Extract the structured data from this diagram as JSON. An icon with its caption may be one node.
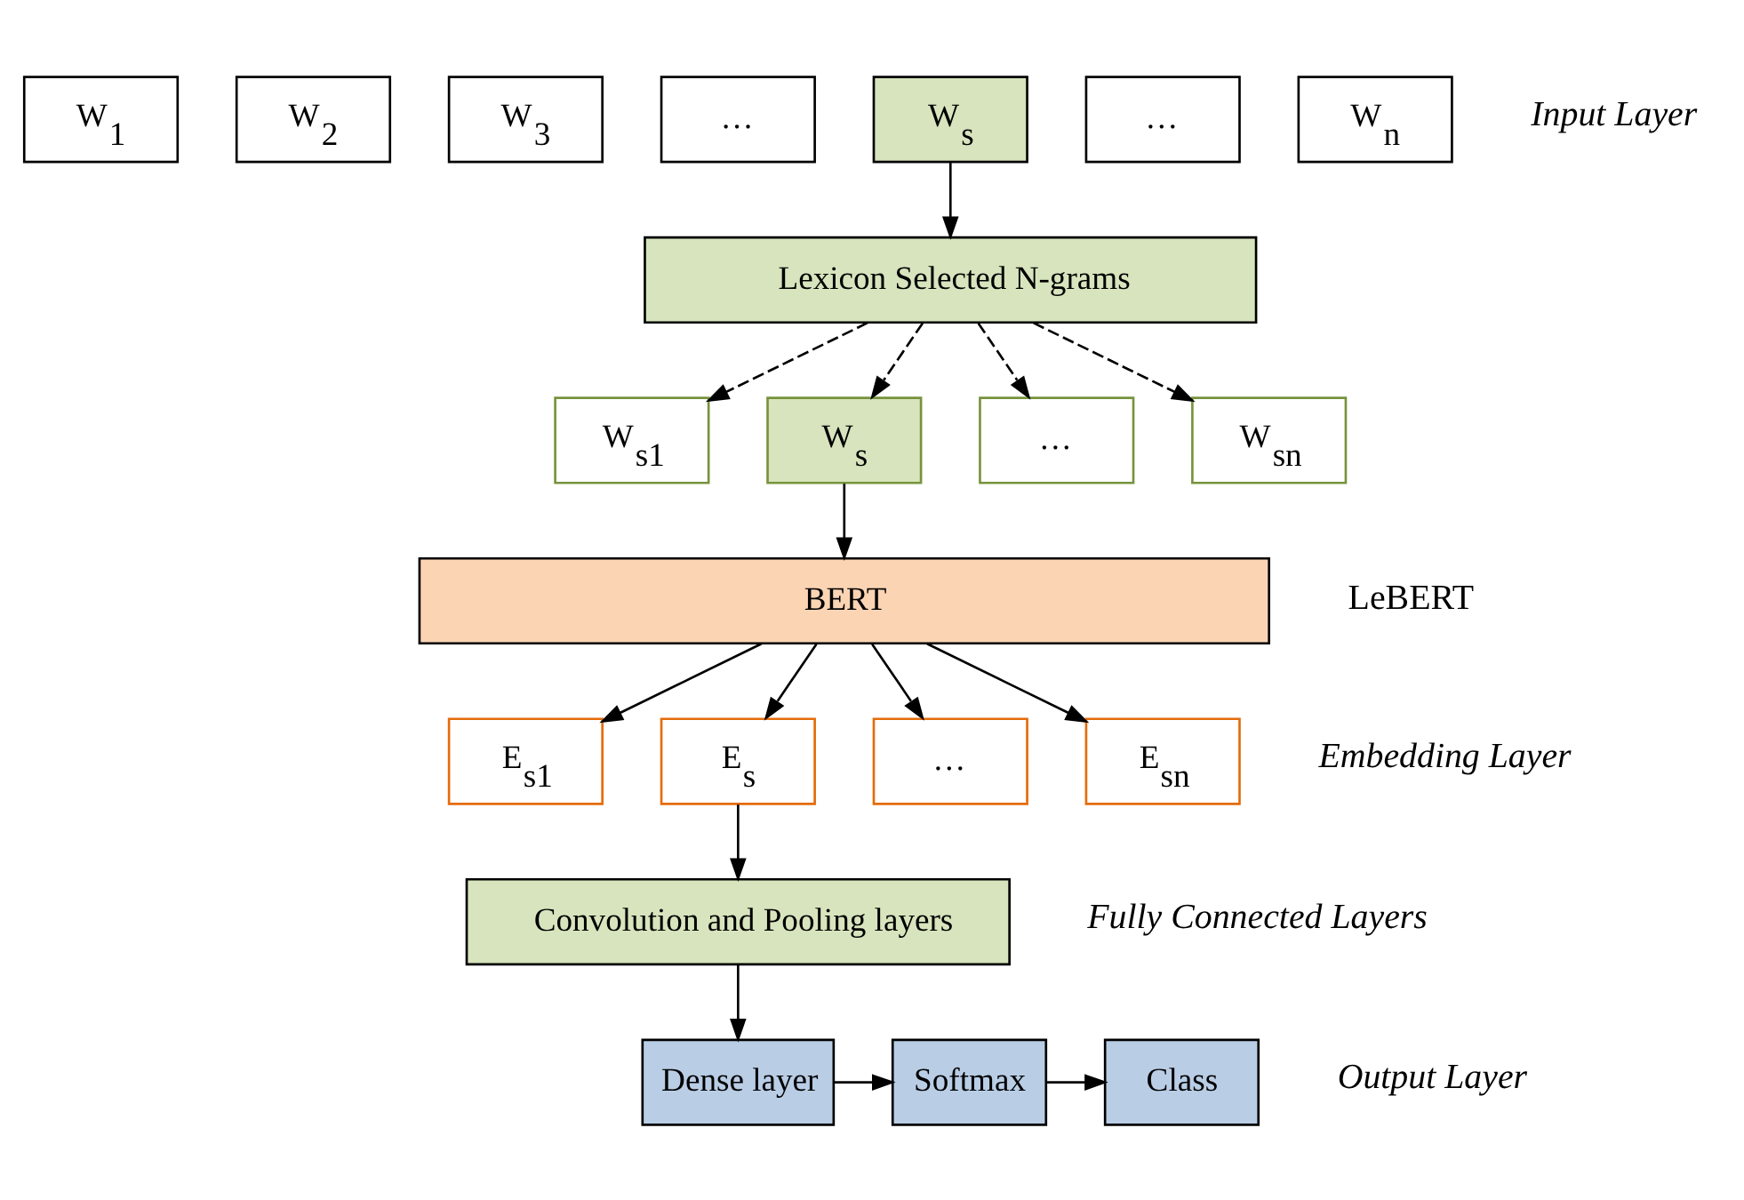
{
  "diagram": {
    "nodes": [
      {
        "text": [
          "W$_{1}$"
        ]
      },
      {
        "text": [
          "W$_{2}$"
        ]
      },
      {
        "text": [
          "W$_{3}$"
        ]
      },
      {
        "text": [
          "…"
        ]
      },
      {
        "text": [
          "W$_{s}$"
        ]
      },
      {
        "text": [
          "…"
        ]
      },
      {
        "text": [
          "W$_{n}$"
        ]
      },
      {
        "text": [
          "Lexicon Selected N-grams"
        ]
      },
      {
        "text": [
          "W$_{s1}$"
        ]
      },
      {
        "text": [
          "W$_{s}$"
        ]
      },
      {
        "text": [
          "…"
        ]
      },
      {
        "text": [
          "W$_{sn}$"
        ]
      },
      {
        "text": [
          "BERT"
        ]
      },
      {
        "text": [
          "E$_{s1}$"
        ]
      },
      {
        "text": [
          "E$_{s}$"
        ]
      },
      {
        "text": [
          "…"
        ]
      },
      {
        "text": [
          "E$_{sn}$"
        ]
      },
      {
        "text": [
          "Convolution and Pooling layers"
        ]
      },
      {
        "text": [
          "Dense layer"
        ]
      },
      {
        "text": [
          "Softmax"
        ]
      },
      {
        "text": [
          "Class"
        ]
      }
    ],
    "edges": [
      {
        "from": 4,
        "to": 7,
        "arrow": "to"
      },
      {
        "from": 7,
        "to": 8,
        "arrow": "to",
        "style": "dashed"
      },
      {
        "from": 7,
        "to": 9,
        "arrow": "to",
        "style": "dashed"
      },
      {
        "from": 7,
        "to": 10,
        "arrow": "to",
        "style": "dashed"
      },
      {
        "from": 7,
        "to": 11,
        "arrow": "to",
        "style": "dashed"
      },
      {
        "from": 9,
        "to": 12,
        "arrow": "to"
      },
      {
        "from": 12,
        "to": 13,
        "arrow": "to"
      },
      {
        "from": 12,
        "to": 14,
        "arrow": "to"
      },
      {
        "from": 12,
        "to": 15,
        "arrow": "to"
      },
      {
        "from": 12,
        "to": 16,
        "arrow": "to"
      },
      {
        "from": 14,
        "to": 17,
        "arrow": "to"
      },
      {
        "from": 17,
        "to": 18,
        "arrow": "to"
      },
      {
        "from": 18,
        "to": 19,
        "arrow": "to"
      },
      {
        "from": 19,
        "to": 20,
        "arrow": "to"
      }
    ],
    "labels": [
      "Input Layer",
      "LeBERT",
      "Embedding Layer",
      "Fully Connected Layers",
      "Output Layer"
    ]
  }
}
